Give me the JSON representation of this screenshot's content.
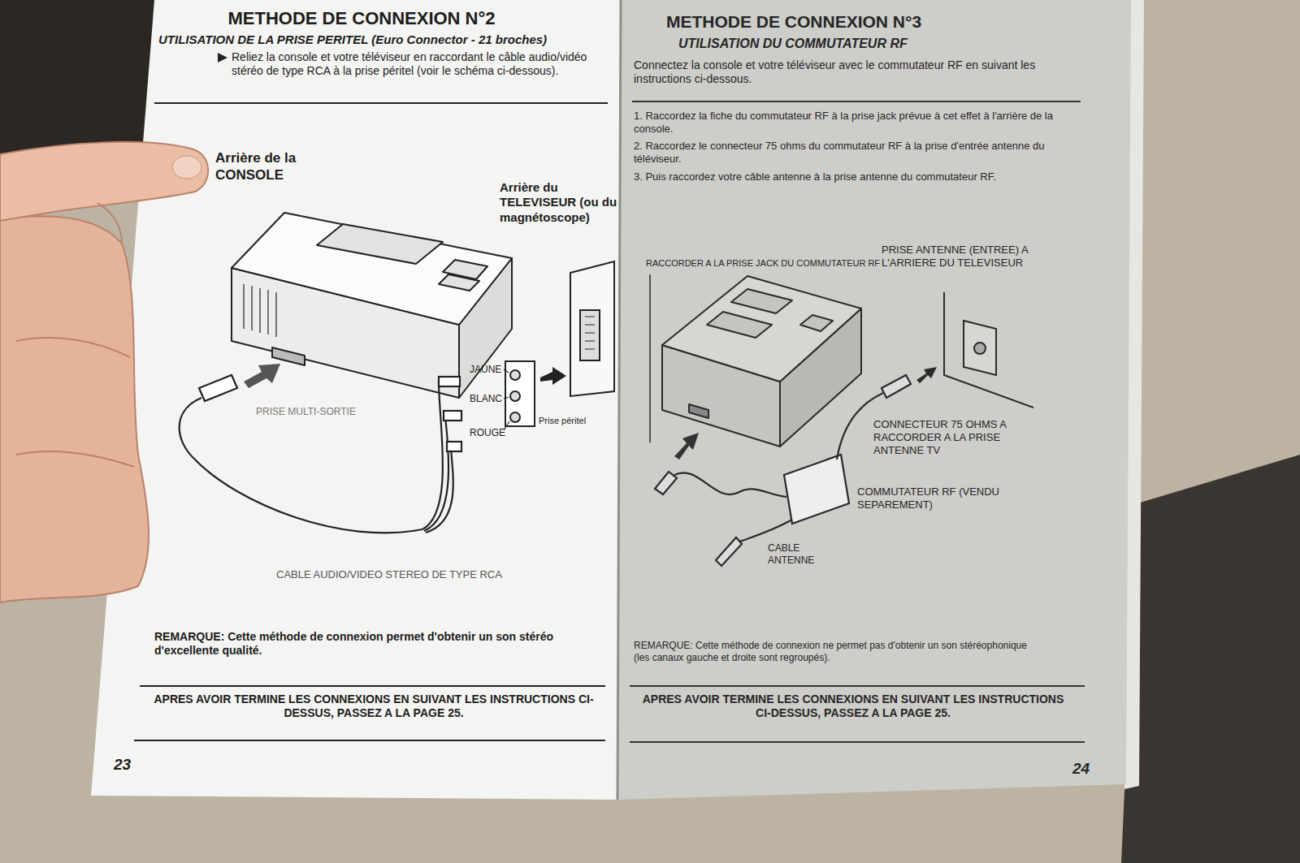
{
  "diagram": {
    "nodes": [
      {
        "text": [
          "METHODE DE CONNEXION N°2",
          "UTILISATION DE LA PRISE PERITEL (Euro Connector - 21 broches)",
          "Reliez la console et votre téléviseur en raccordant le câble audio/vidéo stéréo de type RCA à la prise péritel (voir le schéma ci-dessous).",
          "Arrière de la CONSOLE",
          "Arrière du TELEVISEUR (ou du magnétoscope)",
          "JAUNE",
          "BLANC",
          "ROUGE",
          "Prise péritel",
          "PRISE MULTI-SORTIE",
          "CABLE AUDIO/VIDEO STEREO DE TYPE RCA",
          "REMARQUE: Cette méthode de connexion permet d'obtenir un son stéréo d'excellente qualité.",
          "APRES AVOIR TERMINE LES CONNEXIONS EN SUIVANT LES INSTRUCTIONS CI-DESSUS, PASSEZ A LA PAGE 25.",
          "23"
        ]
      },
      {
        "text": [
          "METHODE DE CONNEXION N°3",
          "UTILISATION DU COMMUTATEUR RF",
          "Connectez la console et votre téléviseur avec le commutateur RF en suivant les instructions ci-dessous.",
          "1. Raccordez la fiche du commutateur RF à la prise jack prévue à cet effet à l'arrière de la console.",
          "2. Raccordez le connecteur 75 ohms du commutateur RF à la prise d'entrée antenne du téléviseur.",
          "3. Puis raccordez votre câble antenne à la prise antenne du commutateur RF.",
          "RACCORDER A LA PRISE JACK DU COMMUTATEUR RF",
          "PRISE ANTENNE (ENTREE) A L'ARRIERE DU TELEVISEUR",
          "CONNECTEUR 75 OHMS A RACCORDER A LA PRISE ANTENNE TV",
          "COMMUTATEUR RF (VENDU SEPAREMENT)",
          "CABLE ANTENNE",
          "REMARQUE: Cette méthode de connexion ne permet pas d'obtenir un son stéréophonique (les canaux gauche et droite sont regroupés).",
          "APRES AVOIR TERMINE LES CONNEXIONS EN SUIVANT LES INSTRUCTIONS CI-DESSUS, PASSEZ A LA PAGE 25.",
          "24"
        ]
      }
    ]
  }
}
